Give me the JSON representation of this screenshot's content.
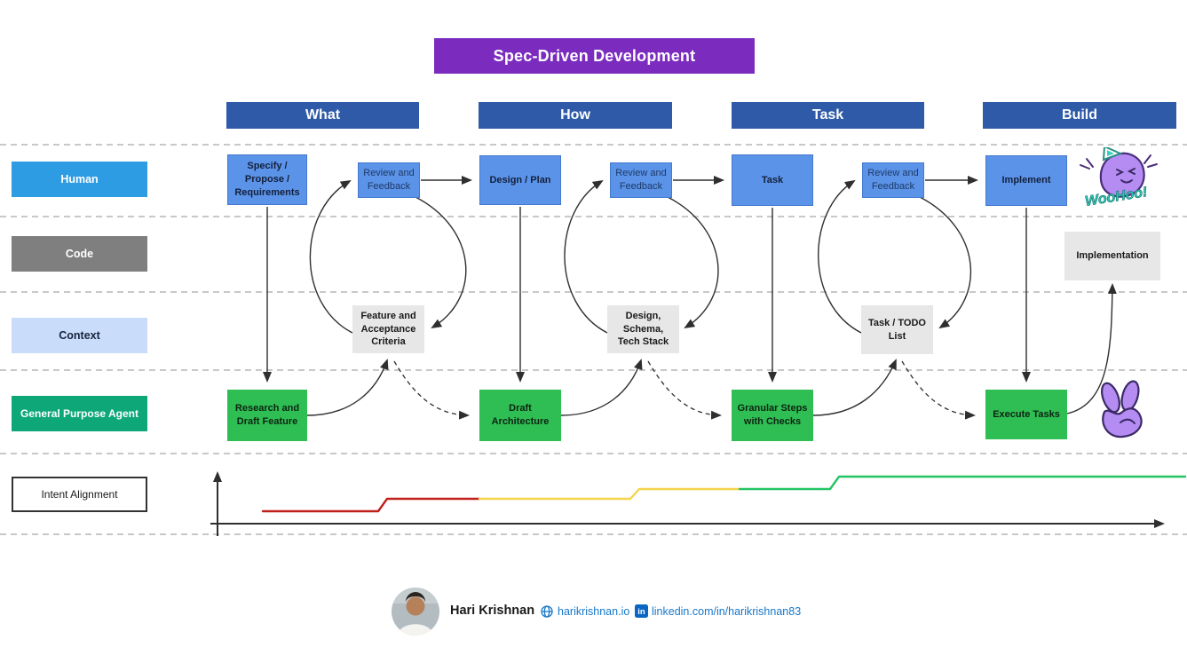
{
  "title": {
    "text": "Spec-Driven Development"
  },
  "columns": [
    {
      "label": "What"
    },
    {
      "label": "How"
    },
    {
      "label": "Task"
    },
    {
      "label": "Build"
    }
  ],
  "lanes": [
    {
      "label": "Human"
    },
    {
      "label": "Code"
    },
    {
      "label": "Context"
    },
    {
      "label": "General Purpose Agent"
    },
    {
      "label": "Intent Alignment"
    }
  ],
  "nodes": {
    "specify": {
      "label": "Specify /\nPropose /\nRequirements"
    },
    "review1": {
      "label": "Review and\nFeedback"
    },
    "design_plan": {
      "label": "Design / Plan"
    },
    "review2": {
      "label": "Review and\nFeedback"
    },
    "task": {
      "label": "Task"
    },
    "review3": {
      "label": "Review and\nFeedback"
    },
    "implement": {
      "label": "Implement"
    },
    "implementation": {
      "label": "Implementation"
    },
    "feature_criteria": {
      "label": "Feature and\nAcceptance\nCriteria"
    },
    "design_schema": {
      "label": "Design,\nSchema,\nTech Stack"
    },
    "todo_list": {
      "label": "Task / TODO\nList"
    },
    "research": {
      "label": "Research  and\nDraft Feature"
    },
    "draft_architecture": {
      "label": "Draft\nArchitecture"
    },
    "granular_steps": {
      "label": "Granular Steps\nwith Checks"
    },
    "execute_tasks": {
      "label": "Execute Tasks"
    }
  },
  "stickers": {
    "woohoo_text": "WooHoo!"
  },
  "footer": {
    "name": "Hari Krishnan",
    "website": "harikrishnan.io",
    "linkedin": "linkedin.com/in/harikrishnan83",
    "linkedin_icon_text": "in"
  },
  "colors": {
    "title_bg": "#7b2cbf",
    "column_header_bg": "#2e5aa8",
    "human_lane": "#2e9ce3",
    "code_lane": "#7f7f7f",
    "context_lane": "#c9dcf9",
    "agent_lane": "#0ea878",
    "node_blue": "#5b93e8",
    "node_gray": "#e7e7e7",
    "node_green": "#2fbe54",
    "link_blue": "#1677c9",
    "chart_red": "#c1201a",
    "chart_yellow": "#f6d44c",
    "chart_green": "#25c465"
  },
  "intent_chart": {
    "type": "line",
    "ylabel": "Intent Alignment",
    "description": "Stepped line of intent alignment rising across the What, How, Task and Build phases",
    "segments": [
      {
        "phase": "What",
        "color": "#c1201a",
        "points": [
          [
            296,
            576
          ],
          [
            426,
            576
          ],
          [
            436,
            562
          ],
          [
            540,
            562
          ]
        ]
      },
      {
        "phase": "How",
        "color": "#f6d44c",
        "points": [
          [
            540,
            562
          ],
          [
            710,
            562
          ],
          [
            720,
            551
          ],
          [
            833,
            551
          ]
        ]
      },
      {
        "phase": "Task/Build",
        "color": "#25c465",
        "points": [
          [
            833,
            551
          ],
          [
            935,
            551
          ],
          [
            945,
            537
          ],
          [
            1335,
            537
          ]
        ]
      }
    ]
  }
}
